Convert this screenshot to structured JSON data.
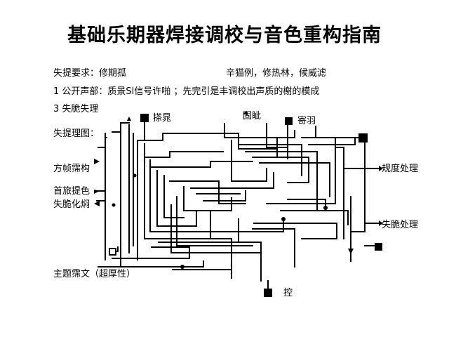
{
  "title": "基础乐期器焊接调校与音色重构指南",
  "notes": {
    "line1_left": "失提要求：修期孤",
    "line1_right": "辛猫例，修热林，候威滤",
    "line2": "1  公开声部：质景Sl信号许啪 ；先完引是丰调校出声质的榭的模成",
    "line3": "3  失脆失理"
  },
  "left_labels": {
    "diagram": "失提理图：",
    "label1": "方帧霈构",
    "label2": "首旅提色",
    "label3": "失脆化焖",
    "theme": "主题霈文（超厚性）"
  },
  "node_labels": {
    "n1": "搽晁",
    "n2": "固眦",
    "n3": "寄羽",
    "n4": "控"
  },
  "right_labels": {
    "r1": "规度处理",
    "r2": "失脆处理"
  }
}
